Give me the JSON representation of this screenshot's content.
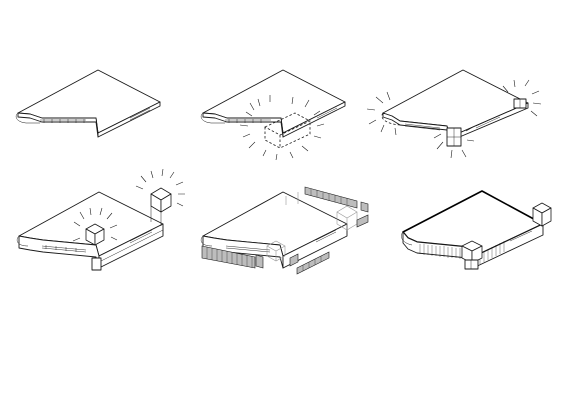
{
  "canvas": {
    "background": "#ffffff"
  },
  "colors": {
    "line": "#1a1a1a",
    "panel_fill": "#bdbdbd",
    "ghost_line": "#9a9a9a"
  },
  "steps": [
    {
      "name": "existing-building"
    },
    {
      "name": "infill-void"
    },
    {
      "name": "corner-interventions"
    },
    {
      "name": "rooftop-volumes"
    },
    {
      "name": "facade-panels"
    },
    {
      "name": "final-building"
    }
  ]
}
